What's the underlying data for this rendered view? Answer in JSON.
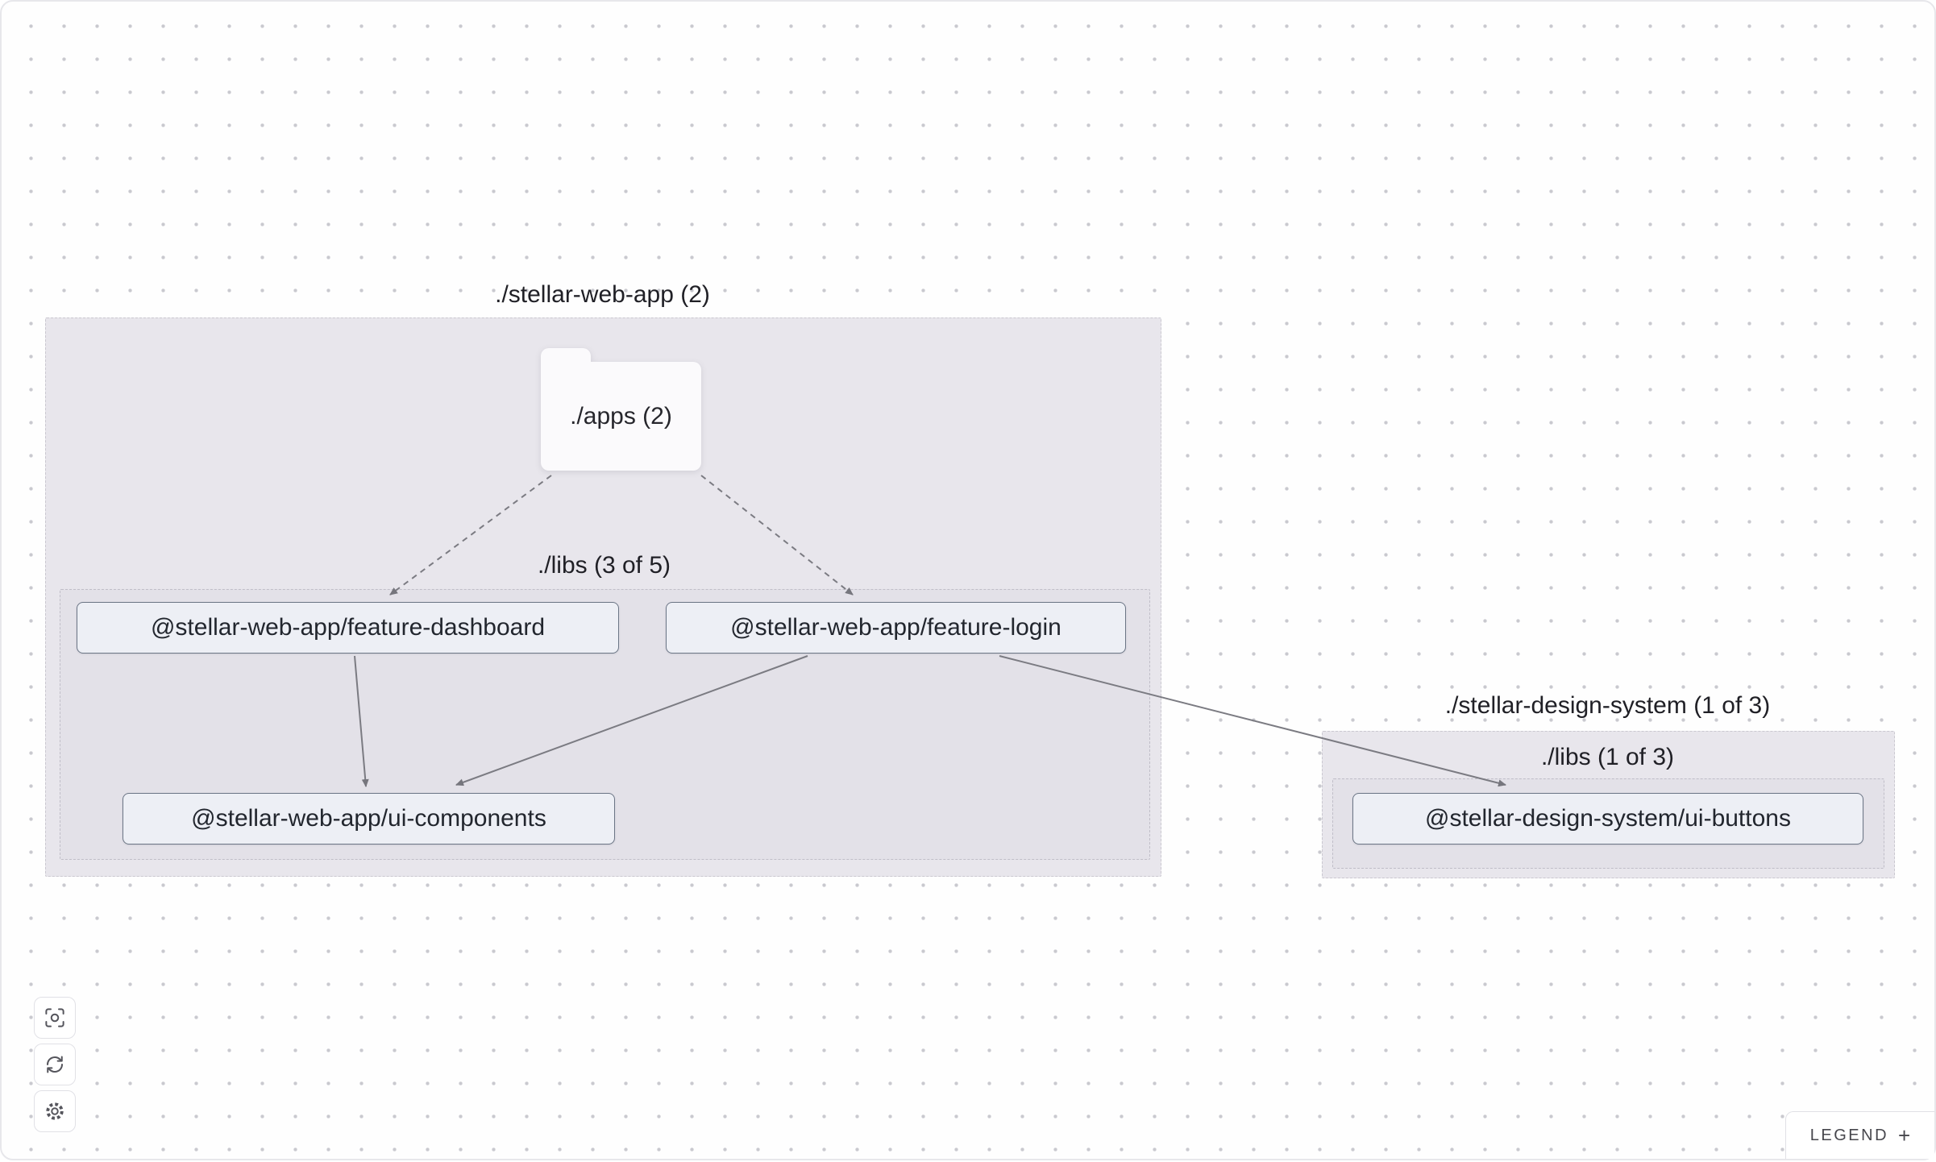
{
  "graph": {
    "groups": {
      "stellar_web_app": {
        "label": "./stellar-web-app (2)"
      },
      "stellar_web_app_libs": {
        "label": "./libs (3 of 5)"
      },
      "stellar_design_system": {
        "label": "./stellar-design-system (1 of 3)"
      },
      "stellar_design_system_libs": {
        "label": "./libs (1 of 3)"
      }
    },
    "folders": {
      "apps": {
        "label": "./apps (2)"
      }
    },
    "nodes": {
      "feature_dashboard": {
        "label": "@stellar-web-app/feature-dashboard"
      },
      "feature_login": {
        "label": "@stellar-web-app/feature-login"
      },
      "ui_components": {
        "label": "@stellar-web-app/ui-components"
      },
      "ui_buttons": {
        "label": "@stellar-design-system/ui-buttons"
      }
    },
    "edges": [
      {
        "source": "./apps",
        "target": "@stellar-web-app/feature-dashboard",
        "type": "dashed"
      },
      {
        "source": "./apps",
        "target": "@stellar-web-app/feature-login",
        "type": "dashed"
      },
      {
        "source": "@stellar-web-app/feature-dashboard",
        "target": "@stellar-web-app/ui-components",
        "type": "solid"
      },
      {
        "source": "@stellar-web-app/feature-login",
        "target": "@stellar-web-app/ui-components",
        "type": "solid"
      },
      {
        "source": "@stellar-web-app/feature-login",
        "target": "@stellar-design-system/ui-buttons",
        "type": "solid"
      }
    ]
  },
  "toolbar": {
    "buttons": [
      {
        "name": "center-graph",
        "icon": "viewfinder-icon"
      },
      {
        "name": "refresh-graph",
        "icon": "refresh-icon"
      },
      {
        "name": "settings",
        "icon": "gear-icon"
      }
    ]
  },
  "legend": {
    "label": "LEGEND",
    "expand_icon": "+"
  }
}
